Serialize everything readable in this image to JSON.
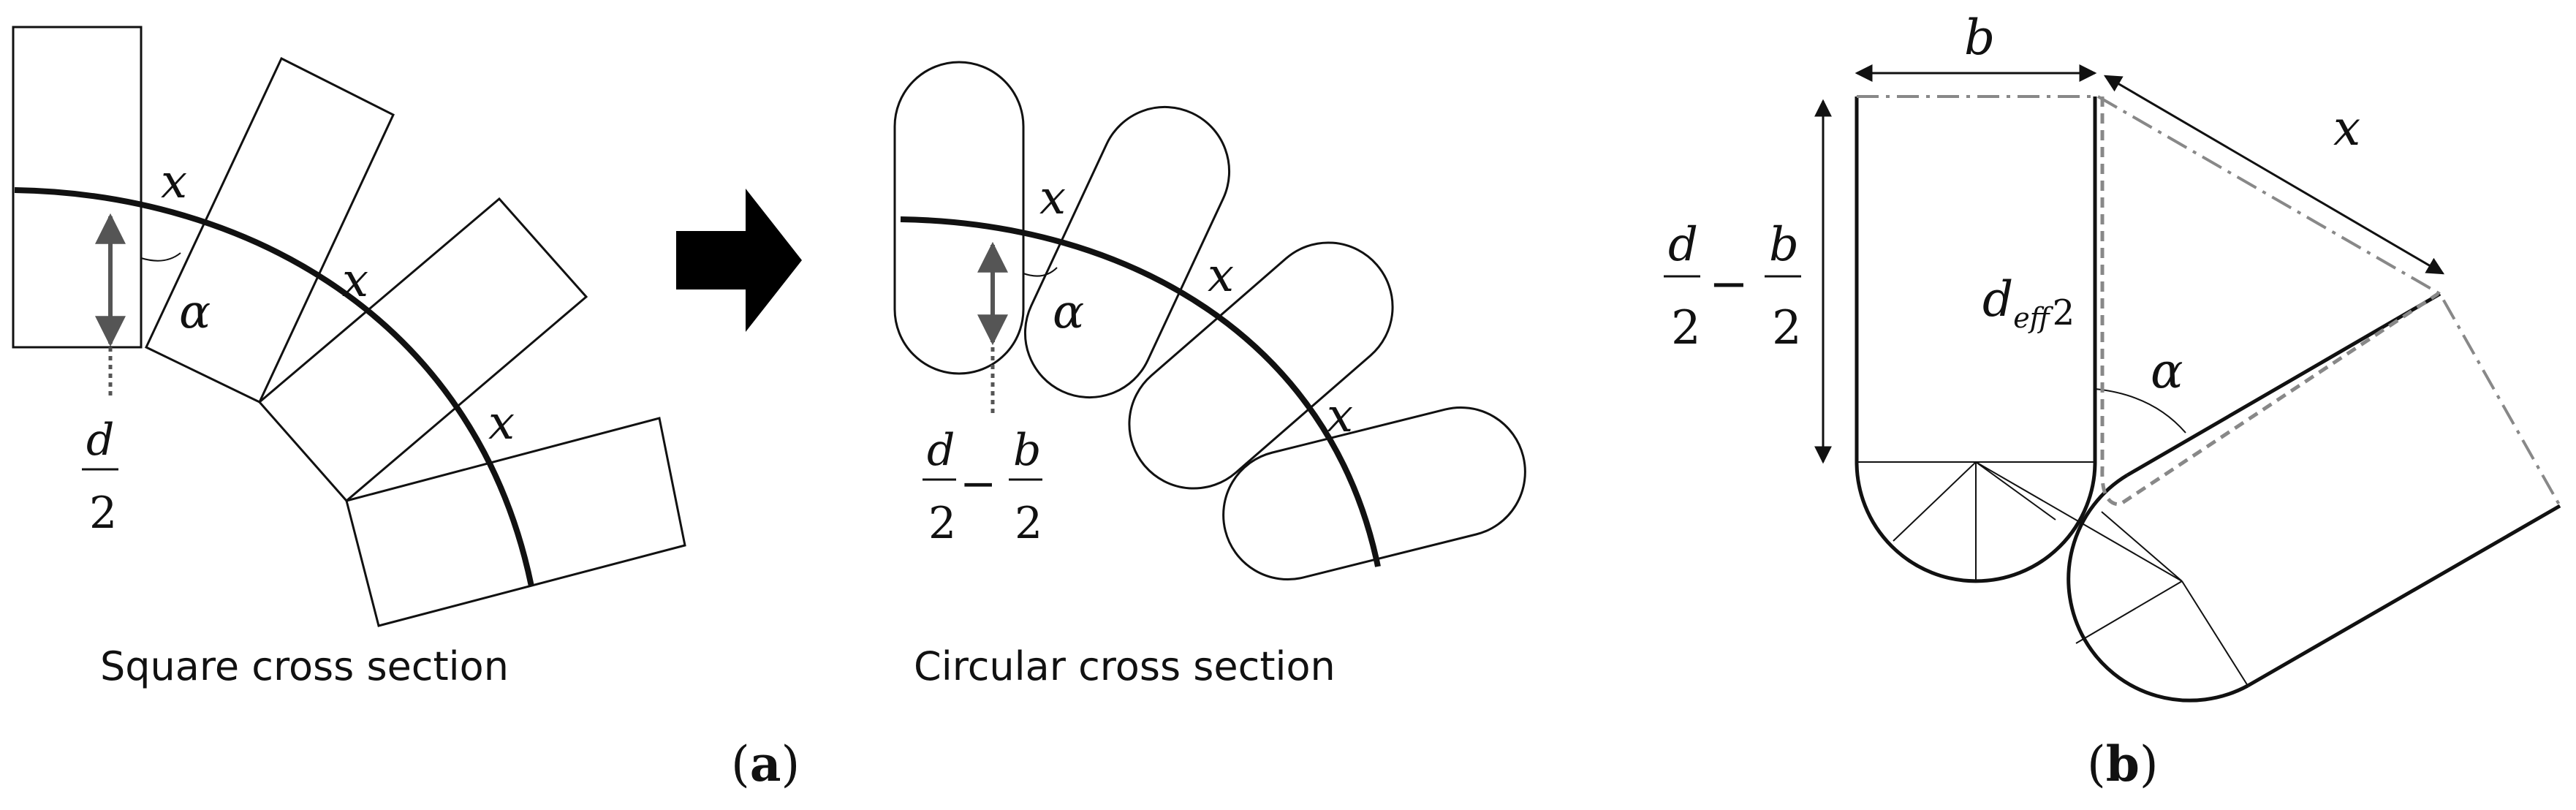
{
  "panel_a": {
    "square": {
      "label_x": "x",
      "label_alpha": "α",
      "label_d": "d",
      "label_two": "2",
      "caption": "Square cross section"
    },
    "circular": {
      "label_x": "x",
      "label_alpha": "α",
      "label_d": "d",
      "label_two_a": "2",
      "label_minus": "−",
      "label_b": "b",
      "label_two_b": "2",
      "caption": "Circular cross section"
    },
    "caption_open": "(",
    "caption_letter": "a",
    "caption_close": ")"
  },
  "panel_b": {
    "label_b": "b",
    "label_x": "x",
    "label_alpha": "α",
    "label_d": "d",
    "label_two_a": "2",
    "label_minus": "−",
    "label_b2": "b",
    "label_two_b": "2",
    "label_deff_d": "d",
    "label_deff_sub": "eff",
    "label_deff_num": "2",
    "caption_open": "(",
    "caption_letter": "b",
    "caption_close": ")"
  }
}
